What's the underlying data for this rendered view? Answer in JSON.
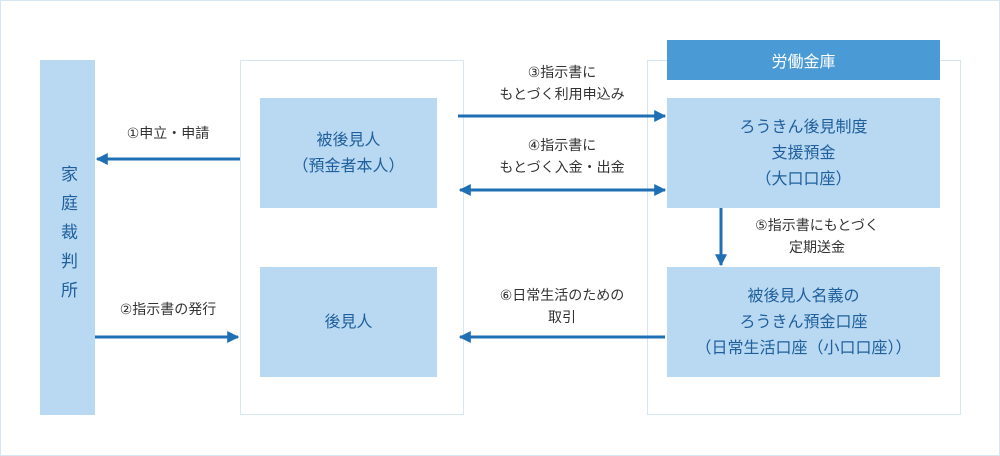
{
  "court": {
    "label": "家庭裁判所"
  },
  "ward_box": {
    "line1": "被後見人",
    "line2": "（預金者本人）"
  },
  "guardian_box": {
    "label": "後見人"
  },
  "bank": {
    "header": "労働金庫",
    "system_box": {
      "line1": "ろうきん後見制度",
      "line2": "支援預金",
      "line3": "（大口口座）"
    },
    "account_box": {
      "line1": "被後見人名義の",
      "line2": "ろうきん預金口座",
      "line3": "（日常生活口座（小口口座））"
    }
  },
  "arrows": {
    "step1": "①申立・申請",
    "step2": "②指示書の発行",
    "step3": {
      "line1": "③指示書に",
      "line2": "もとづく利用申込み"
    },
    "step4": {
      "line1": "④指示書に",
      "line2": "もとづく入金・出金"
    },
    "step5": {
      "line1": "⑤指示書にもとづく",
      "line2": "定期送金"
    },
    "step6": {
      "line1": "⑥日常生活のための",
      "line2": "取引"
    }
  }
}
